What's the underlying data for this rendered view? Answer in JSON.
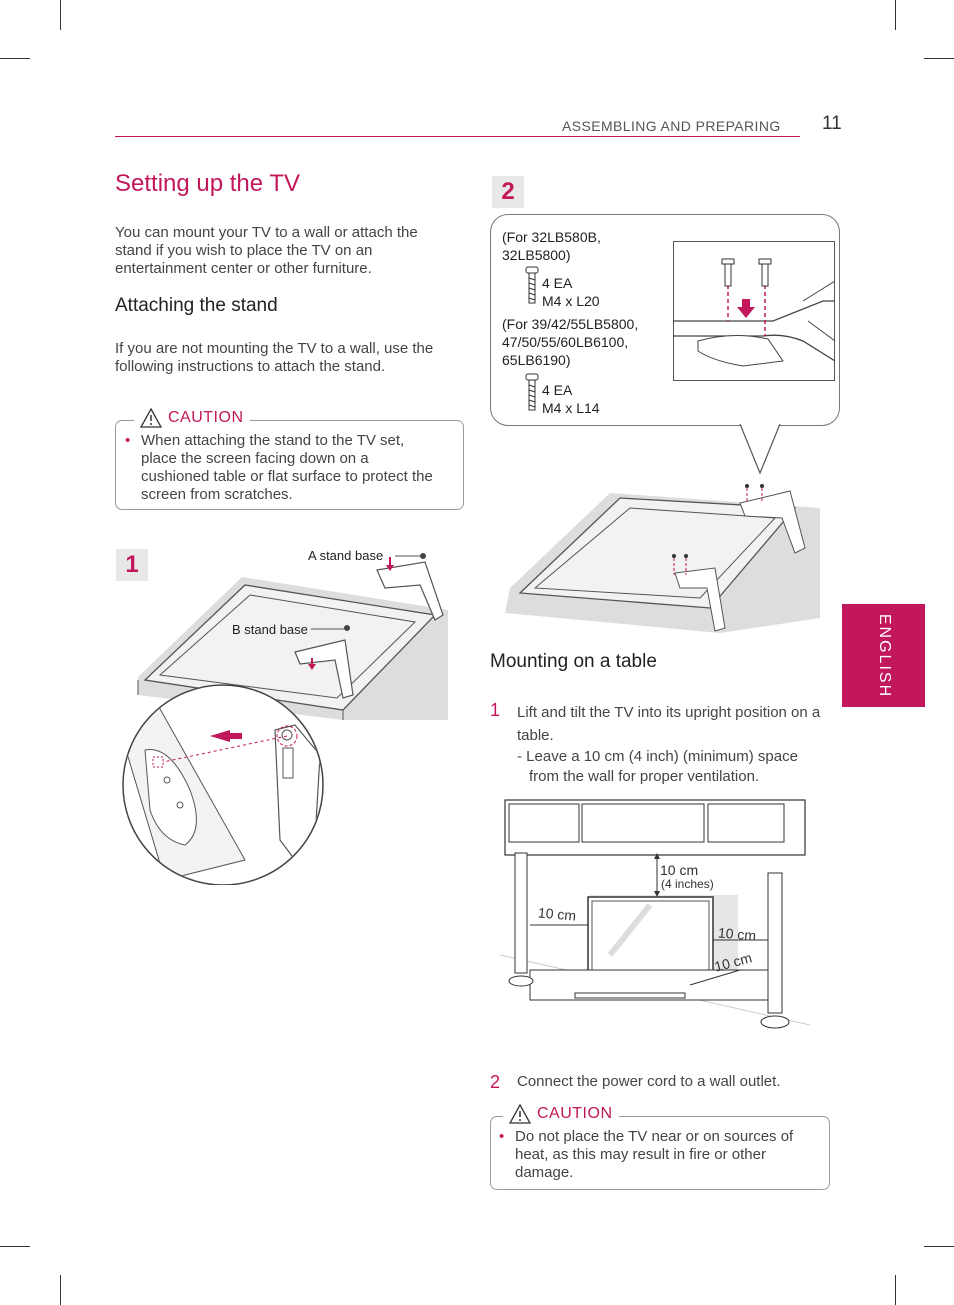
{
  "header": {
    "section": "ASSEMBLING AND PREPARING",
    "page_number": "11"
  },
  "side_tab": {
    "label": "ENGLISH"
  },
  "left": {
    "title": "Setting up the TV",
    "intro": "You can mount your TV to a wall or attach the stand if you wish to place the TV on an entertainment center or other furniture.",
    "attach_heading": "Attaching the stand",
    "attach_text": "If you are not mounting the TV to a wall, use the following instructions to attach the stand.",
    "caution": {
      "label": "CAUTION",
      "items": [
        "When attaching the stand to the TV set, place the screen facing down on a cushioned table or flat surface to protect the screen from scratches."
      ]
    },
    "step1": {
      "badge": "1",
      "a_label": "A stand base",
      "b_label": "B stand base"
    }
  },
  "right": {
    "step2": {
      "badge": "2",
      "group1_models": "(For 32LB580B, 32LB5800)",
      "group1_qty": "4 EA",
      "group1_size": "M4 x L20",
      "group2_models": "(For 39/42/55LB5800, 47/50/55/60LB6100, 65LB6190)",
      "group2_qty": "4 EA",
      "group2_size": "M4 x L14"
    },
    "mount_heading": "Mounting on a table",
    "steps": [
      {
        "num": "1",
        "text": "Lift and tilt the TV into its upright position on a table.",
        "sub": "- Leave a 10 cm (4 inch) (minimum) space from the wall for proper ventilation."
      },
      {
        "num": "2",
        "text": "Connect the power cord to a wall outlet."
      }
    ],
    "clearance": {
      "top": "10 cm",
      "top_inches": "(4 inches)",
      "left": "10 cm",
      "right": "10 cm",
      "back": "10 cm"
    },
    "caution": {
      "label": "CAUTION",
      "items": [
        "Do not place the TV near or on sources of heat, as this may result in fire or other damage."
      ]
    }
  },
  "colors": {
    "accent": "#c2185b",
    "text": "#444444",
    "rule": "#999999"
  }
}
